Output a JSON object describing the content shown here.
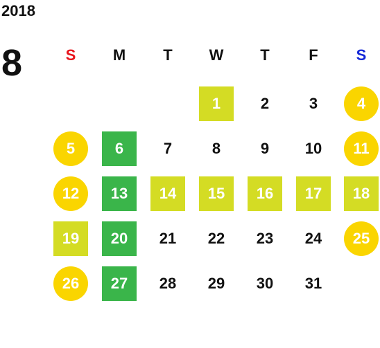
{
  "year": "2018",
  "month": "8",
  "weekdays": [
    {
      "label": "S",
      "color": "#e8141c"
    },
    {
      "label": "M",
      "color": "#111111"
    },
    {
      "label": "T",
      "color": "#111111"
    },
    {
      "label": "W",
      "color": "#111111"
    },
    {
      "label": "T",
      "color": "#111111"
    },
    {
      "label": "F",
      "color": "#111111"
    },
    {
      "label": "S",
      "color": "#1428d8"
    }
  ],
  "first_weekday_index": 3,
  "colors": {
    "green": "#3ab54a",
    "lime": "#d4dc24",
    "gold": "#fad500"
  },
  "days": [
    {
      "day": "1",
      "style": "lime"
    },
    {
      "day": "2",
      "style": "none"
    },
    {
      "day": "3",
      "style": "none"
    },
    {
      "day": "4",
      "style": "gold"
    },
    {
      "day": "5",
      "style": "gold"
    },
    {
      "day": "6",
      "style": "green"
    },
    {
      "day": "7",
      "style": "none"
    },
    {
      "day": "8",
      "style": "none"
    },
    {
      "day": "9",
      "style": "none"
    },
    {
      "day": "10",
      "style": "none"
    },
    {
      "day": "11",
      "style": "gold"
    },
    {
      "day": "12",
      "style": "gold"
    },
    {
      "day": "13",
      "style": "green"
    },
    {
      "day": "14",
      "style": "lime"
    },
    {
      "day": "15",
      "style": "lime"
    },
    {
      "day": "16",
      "style": "lime"
    },
    {
      "day": "17",
      "style": "lime"
    },
    {
      "day": "18",
      "style": "lime"
    },
    {
      "day": "19",
      "style": "lime"
    },
    {
      "day": "20",
      "style": "green"
    },
    {
      "day": "21",
      "style": "none"
    },
    {
      "day": "22",
      "style": "none"
    },
    {
      "day": "23",
      "style": "none"
    },
    {
      "day": "24",
      "style": "none"
    },
    {
      "day": "25",
      "style": "gold"
    },
    {
      "day": "26",
      "style": "gold"
    },
    {
      "day": "27",
      "style": "green"
    },
    {
      "day": "28",
      "style": "none"
    },
    {
      "day": "29",
      "style": "none"
    },
    {
      "day": "30",
      "style": "none"
    },
    {
      "day": "31",
      "style": "none"
    }
  ]
}
